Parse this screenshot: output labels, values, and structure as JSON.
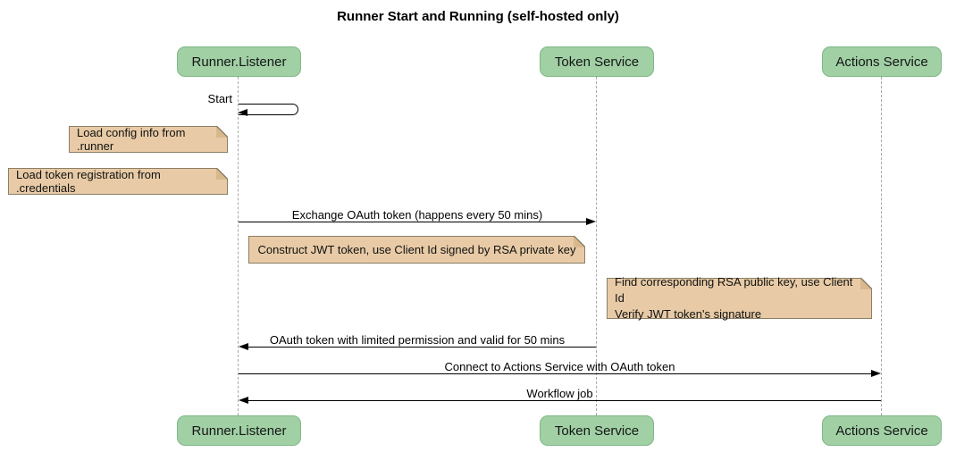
{
  "title": "Runner Start and Running (self-hosted only)",
  "colors": {
    "participant_fill": "#A0D0A4",
    "participant_border": "#7FB886",
    "note_fill": "#E8CBA6",
    "note_border": "#8B7E66",
    "note_flap": "#D9B88D",
    "lifeline": "#A8A8A8",
    "message_line": "#000000"
  },
  "participants": [
    {
      "id": "runner-listener",
      "label": "Runner.Listener"
    },
    {
      "id": "token-service",
      "label": "Token Service"
    },
    {
      "id": "actions-service",
      "label": "Actions Service"
    }
  ],
  "messages": [
    {
      "label": "Start",
      "from": "runner-listener",
      "to": "runner-listener",
      "type": "self"
    },
    {
      "label": "Exchange OAuth token (happens every 50 mins)",
      "from": "runner-listener",
      "to": "token-service",
      "type": "solid-arrow"
    },
    {
      "label": "OAuth token with limited permission and valid for 50 mins",
      "from": "token-service",
      "to": "runner-listener",
      "type": "solid-arrow"
    },
    {
      "label": "Connect to Actions Service with OAuth token",
      "from": "runner-listener",
      "to": "actions-service",
      "type": "solid-arrow"
    },
    {
      "label": "Workflow job",
      "from": "actions-service",
      "to": "runner-listener",
      "type": "solid-arrow"
    }
  ],
  "notes": [
    {
      "position": "left of runner-listener",
      "text": "Load config info from .runner"
    },
    {
      "position": "left of runner-listener",
      "text": "Load token registration from .credentials"
    },
    {
      "position": "over runner-listener",
      "text": "Construct JWT token, use Client Id signed by RSA private key"
    },
    {
      "position": "over token-service/actions-service",
      "lines": [
        "Find corresponding RSA public key, use Client Id",
        "Verify JWT token's signature"
      ]
    }
  ]
}
